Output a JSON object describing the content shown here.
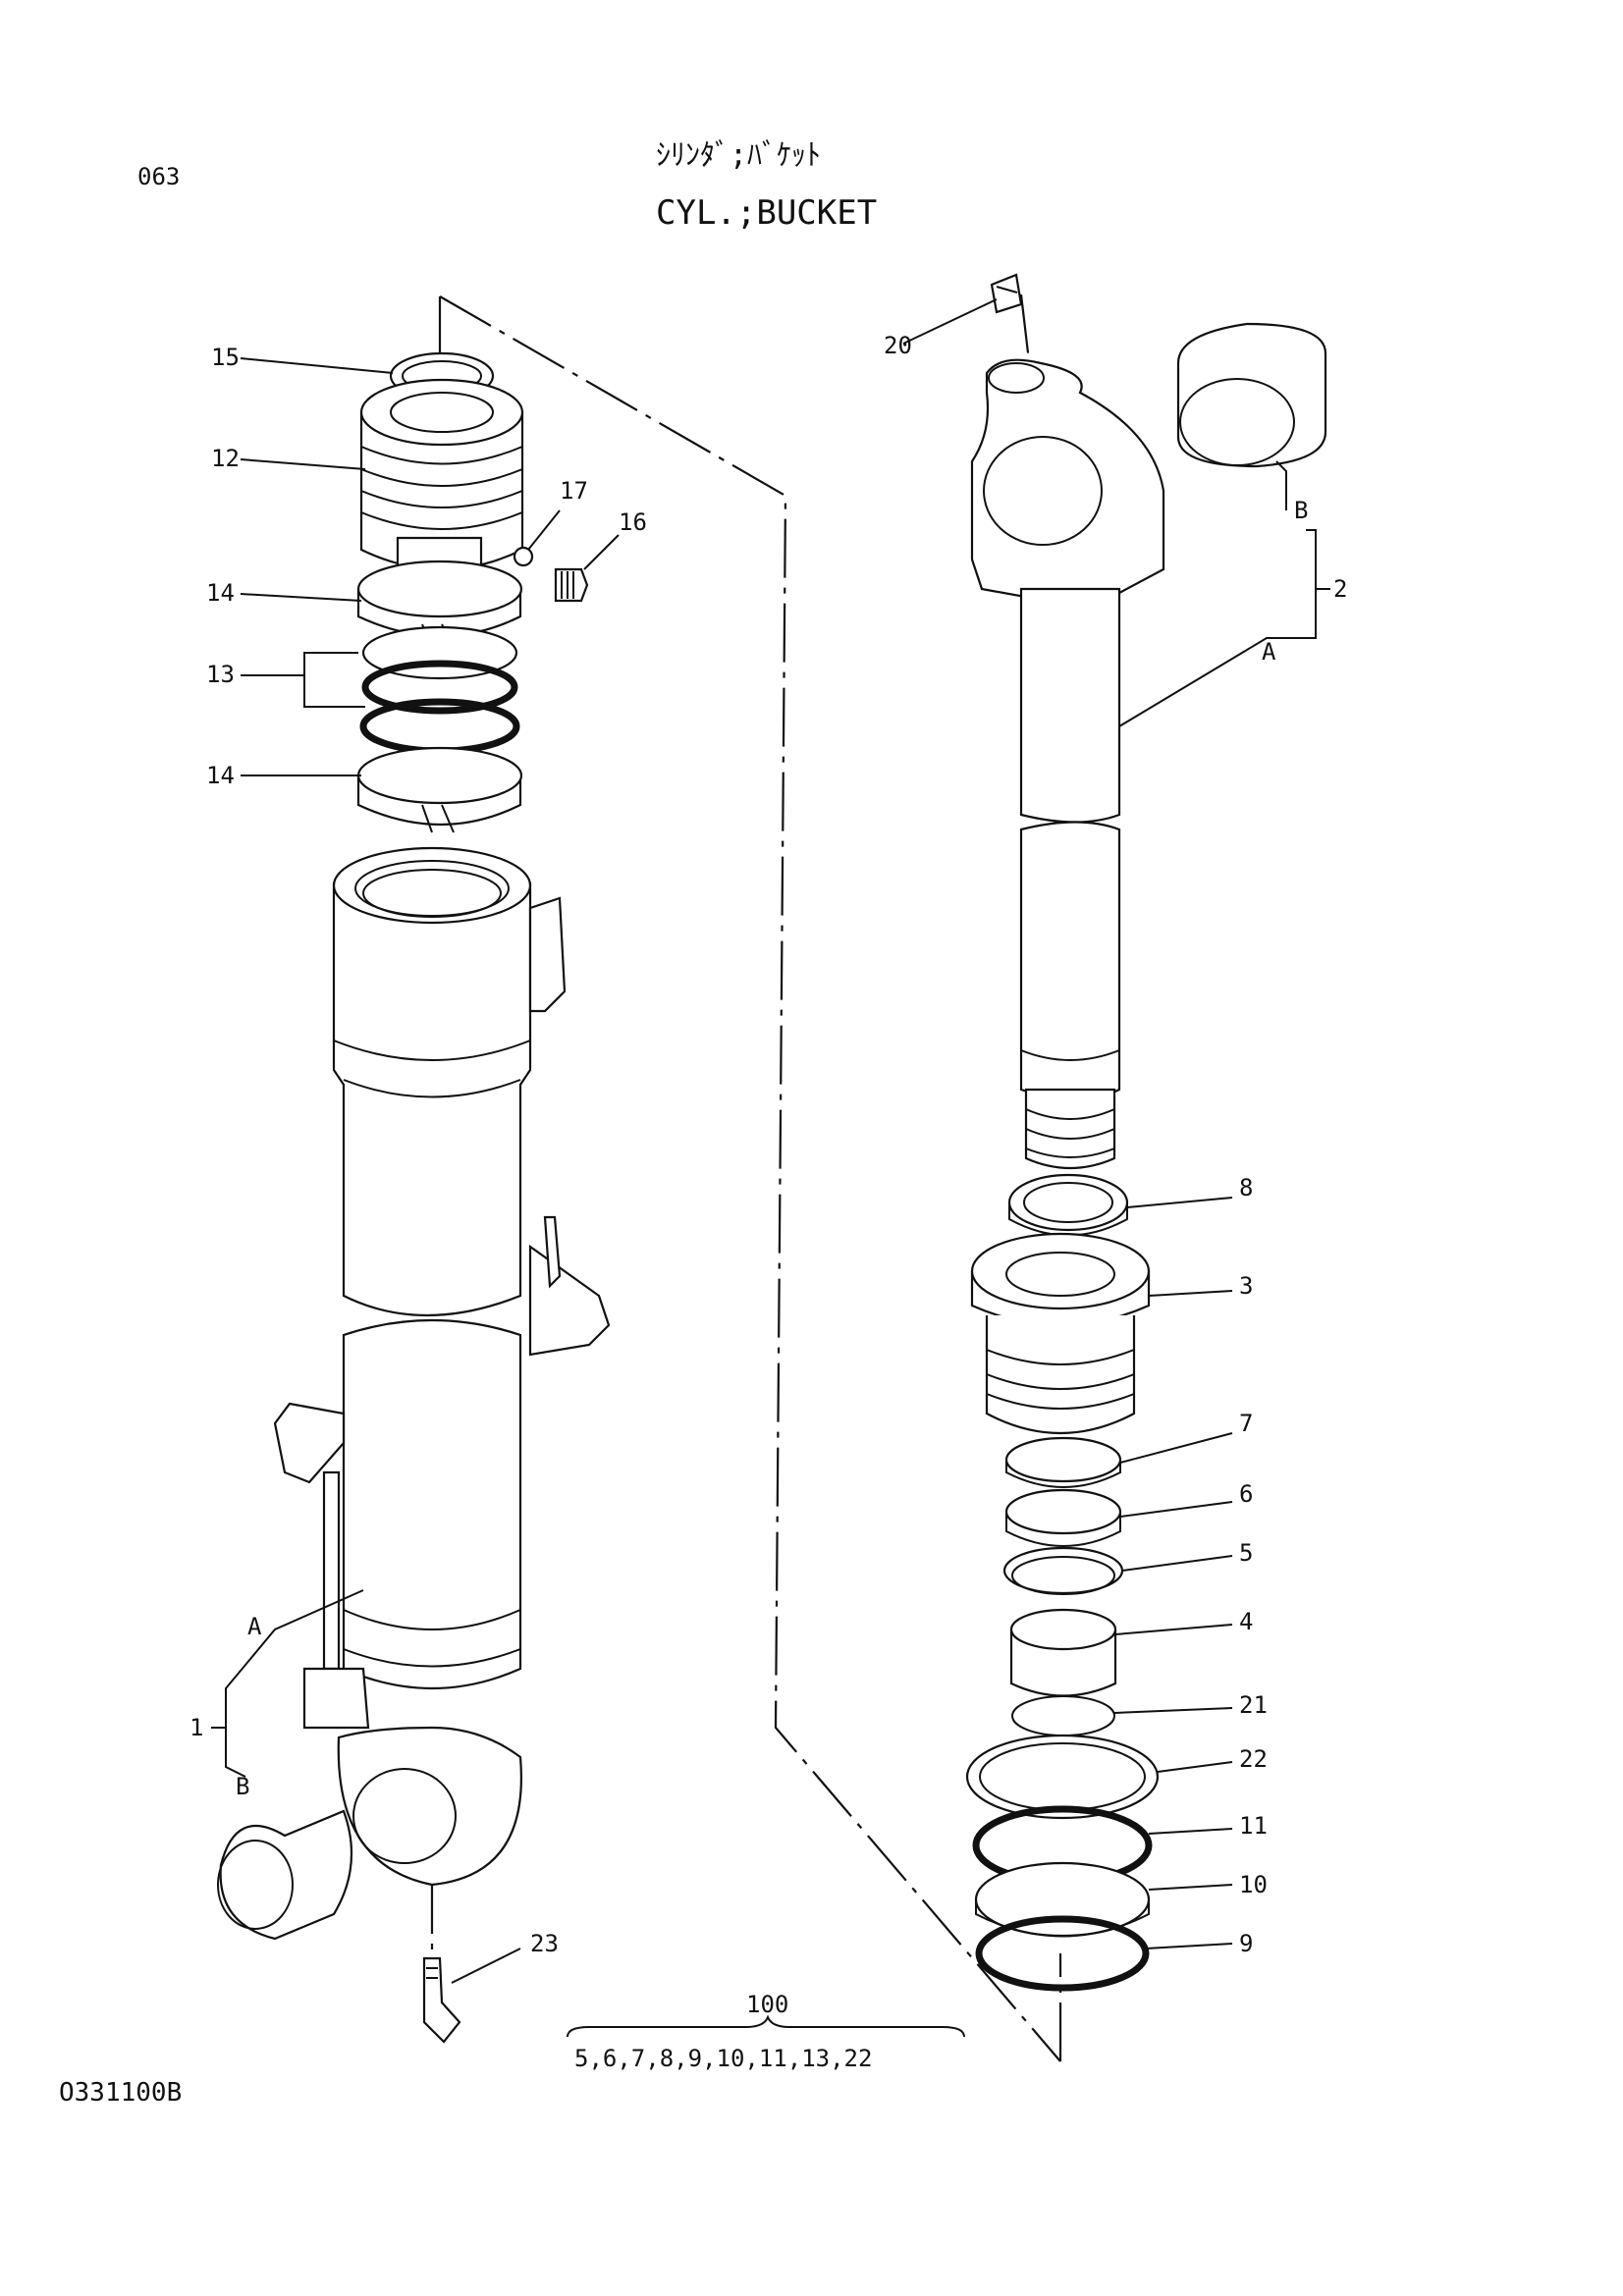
{
  "header": {
    "page_number": "063",
    "title_jp": "ｼﾘﾝﾀﾞ;ﾊﾞｹｯﾄ",
    "title_en": "CYL.;BUCKET"
  },
  "drawing_code": "O331100B",
  "callouts": {
    "left": [
      "15",
      "12",
      "17",
      "16",
      "14",
      "13",
      "14",
      "A",
      "1",
      "B",
      "23"
    ],
    "right": [
      "20",
      "B",
      "2",
      "A",
      "8",
      "3",
      "7",
      "6",
      "5",
      "4",
      "21",
      "22",
      "11",
      "10",
      "9"
    ]
  },
  "kit": {
    "number": "100",
    "contents": "5,6,7,8,9,10,11,13,22"
  }
}
